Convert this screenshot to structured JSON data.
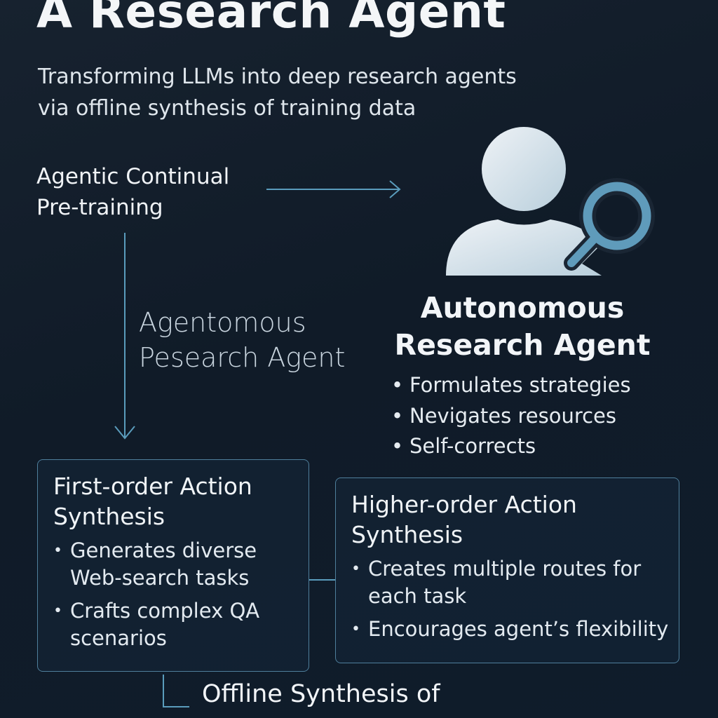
{
  "title": "A Research Agent",
  "subtitle": [
    "Transforming LLMs into deep research agents",
    "via offline synthesis of training data"
  ],
  "stage1": [
    "Agentic Continual",
    "Pre-training"
  ],
  "side_label": [
    "Agentomous",
    "Pesearch Agent"
  ],
  "agent": {
    "title": [
      "Autonomous",
      "Research Agent"
    ],
    "bullets": [
      "Formulates strategies",
      "Nevigates resources",
      "Self-corrects"
    ]
  },
  "box_first": {
    "title": [
      "First-order Action",
      "Synthesis"
    ],
    "bullets": [
      [
        "Generates diverse",
        "Web-search tasks"
      ],
      [
        "Crafts complex QA",
        "scenarios"
      ]
    ]
  },
  "box_higher": {
    "title": [
      "Higher-order Action",
      "Synthesis"
    ],
    "bullets": [
      [
        "Creates multiple routes for",
        "each task"
      ],
      [
        "Encourages agent’s flexibility"
      ]
    ]
  },
  "bottom_label": "Offline Synthesis of",
  "colors": {
    "accent": "#5a9cbc",
    "background": "#101b28"
  }
}
